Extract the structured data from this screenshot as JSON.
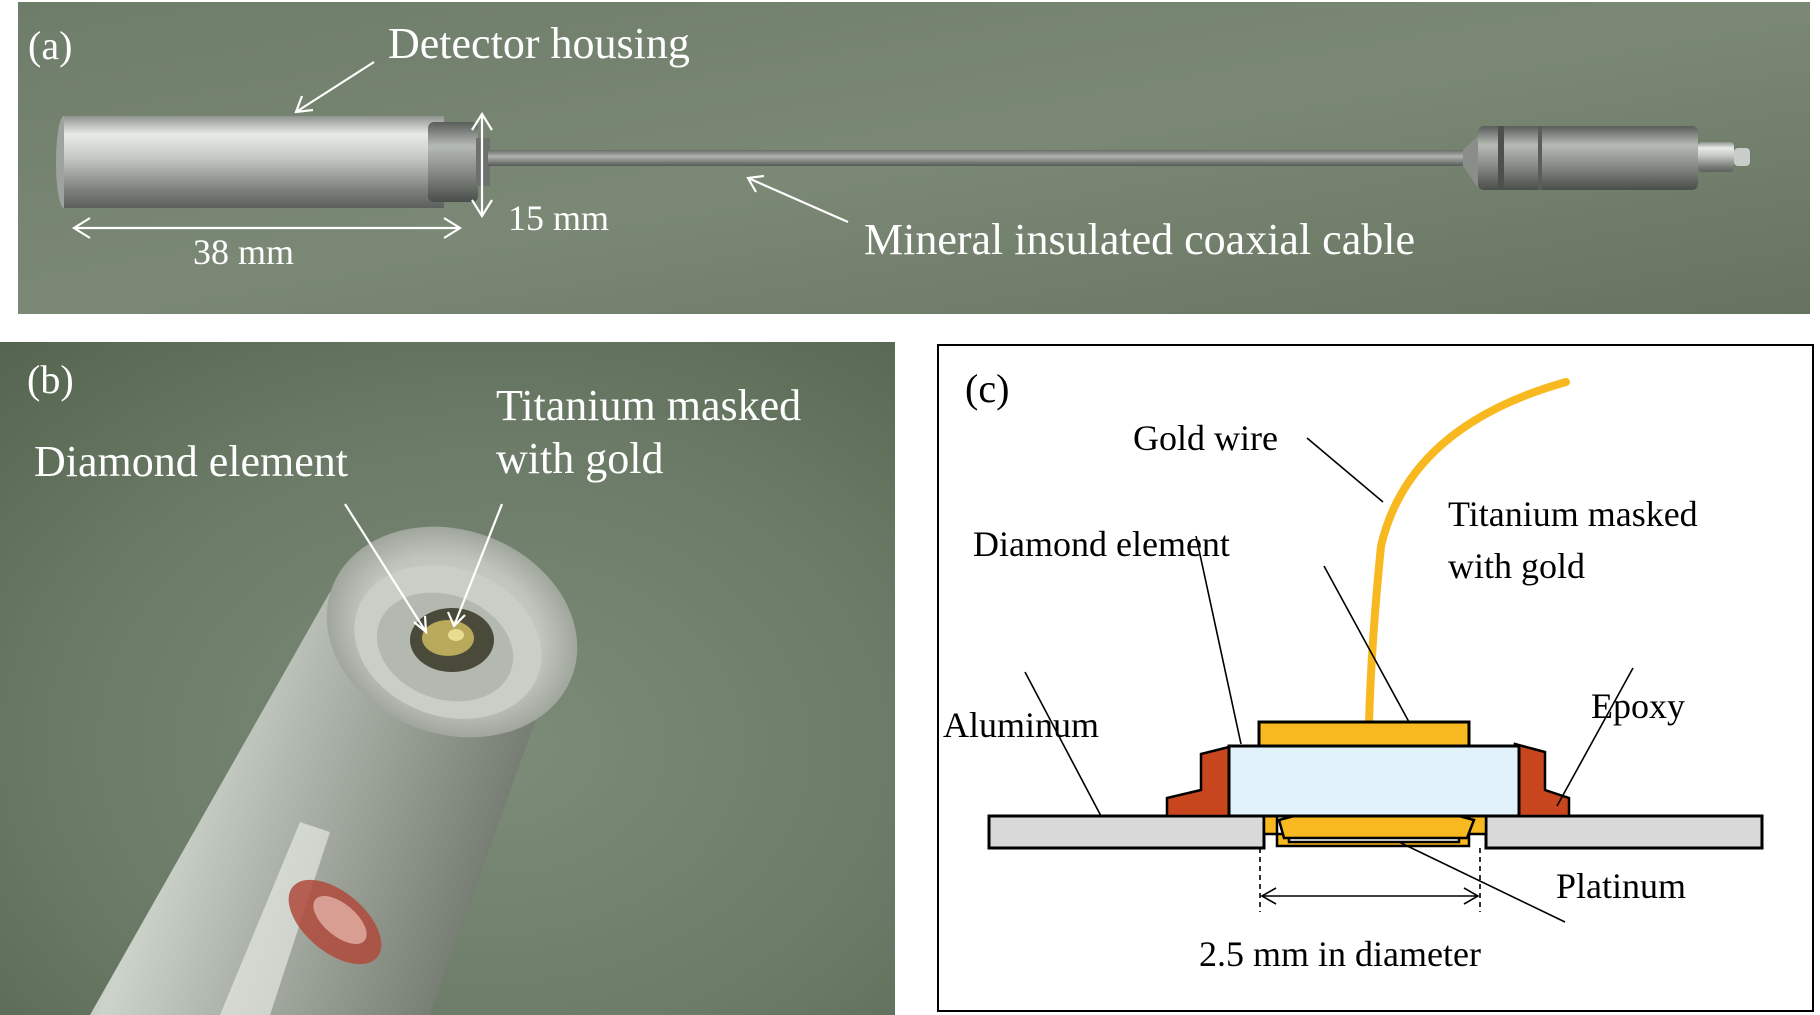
{
  "panel_a": {
    "label": "(a)",
    "detector_housing": "Detector housing",
    "cable": "Mineral insulated coaxial cable",
    "length_dim": "38 mm",
    "diameter_dim": "15 mm"
  },
  "panel_b": {
    "label": "(b)",
    "diamond_element": "Diamond element",
    "titanium_line1": "Titanium masked",
    "titanium_line2": "with gold"
  },
  "panel_c": {
    "label": "(c)",
    "gold_wire": "Gold wire",
    "diamond_element": "Diamond element",
    "titanium_line1": "Titanium masked",
    "titanium_line2": "with gold",
    "aluminum": "Aluminum",
    "epoxy": "Epoxy",
    "platinum": "Platinum",
    "diameter": "2.5 mm in diameter"
  },
  "colors": {
    "gold": "#f8b820",
    "epoxy": "#c8461e",
    "diamond": "#e2f2fa",
    "aluminum": "#d9d9d9",
    "background_green": "#6f7d6c"
  }
}
